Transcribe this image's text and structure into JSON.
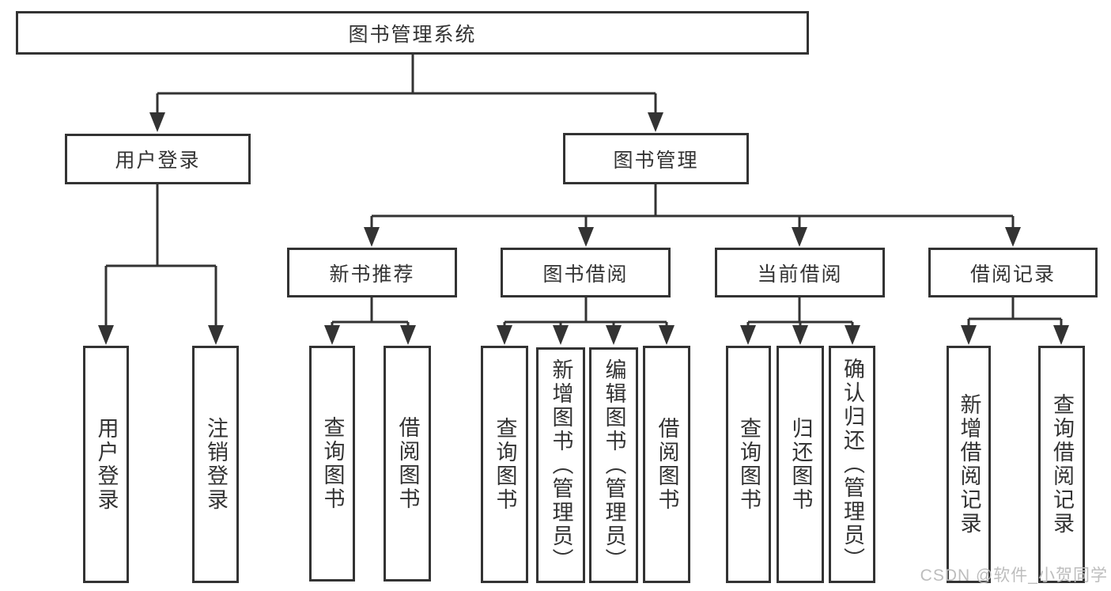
{
  "tree": {
    "root": "图书管理系统",
    "user": {
      "label": "用户登录",
      "children": [
        "用户登录",
        "注销登录"
      ]
    },
    "books": {
      "label": "图书管理",
      "sections": [
        {
          "label": "新书推荐",
          "children": [
            "查询图书",
            "借阅图书"
          ]
        },
        {
          "label": "图书借阅",
          "children": [
            "查询图书",
            "新增图书（管理员）",
            "编辑图书（管理员）",
            "借阅图书"
          ]
        },
        {
          "label": "当前借阅",
          "children": [
            "查询图书",
            "归还图书",
            "确认归还（管理员）"
          ]
        },
        {
          "label": "借阅记录",
          "children": [
            "新增借阅记录",
            "查询借阅记录"
          ]
        }
      ]
    }
  },
  "watermark": "CSDN @软件_小贺同学",
  "colors": {
    "line": "#333333",
    "text": "#333333",
    "watermark": "#bdbdbd",
    "background": "#ffffff"
  }
}
